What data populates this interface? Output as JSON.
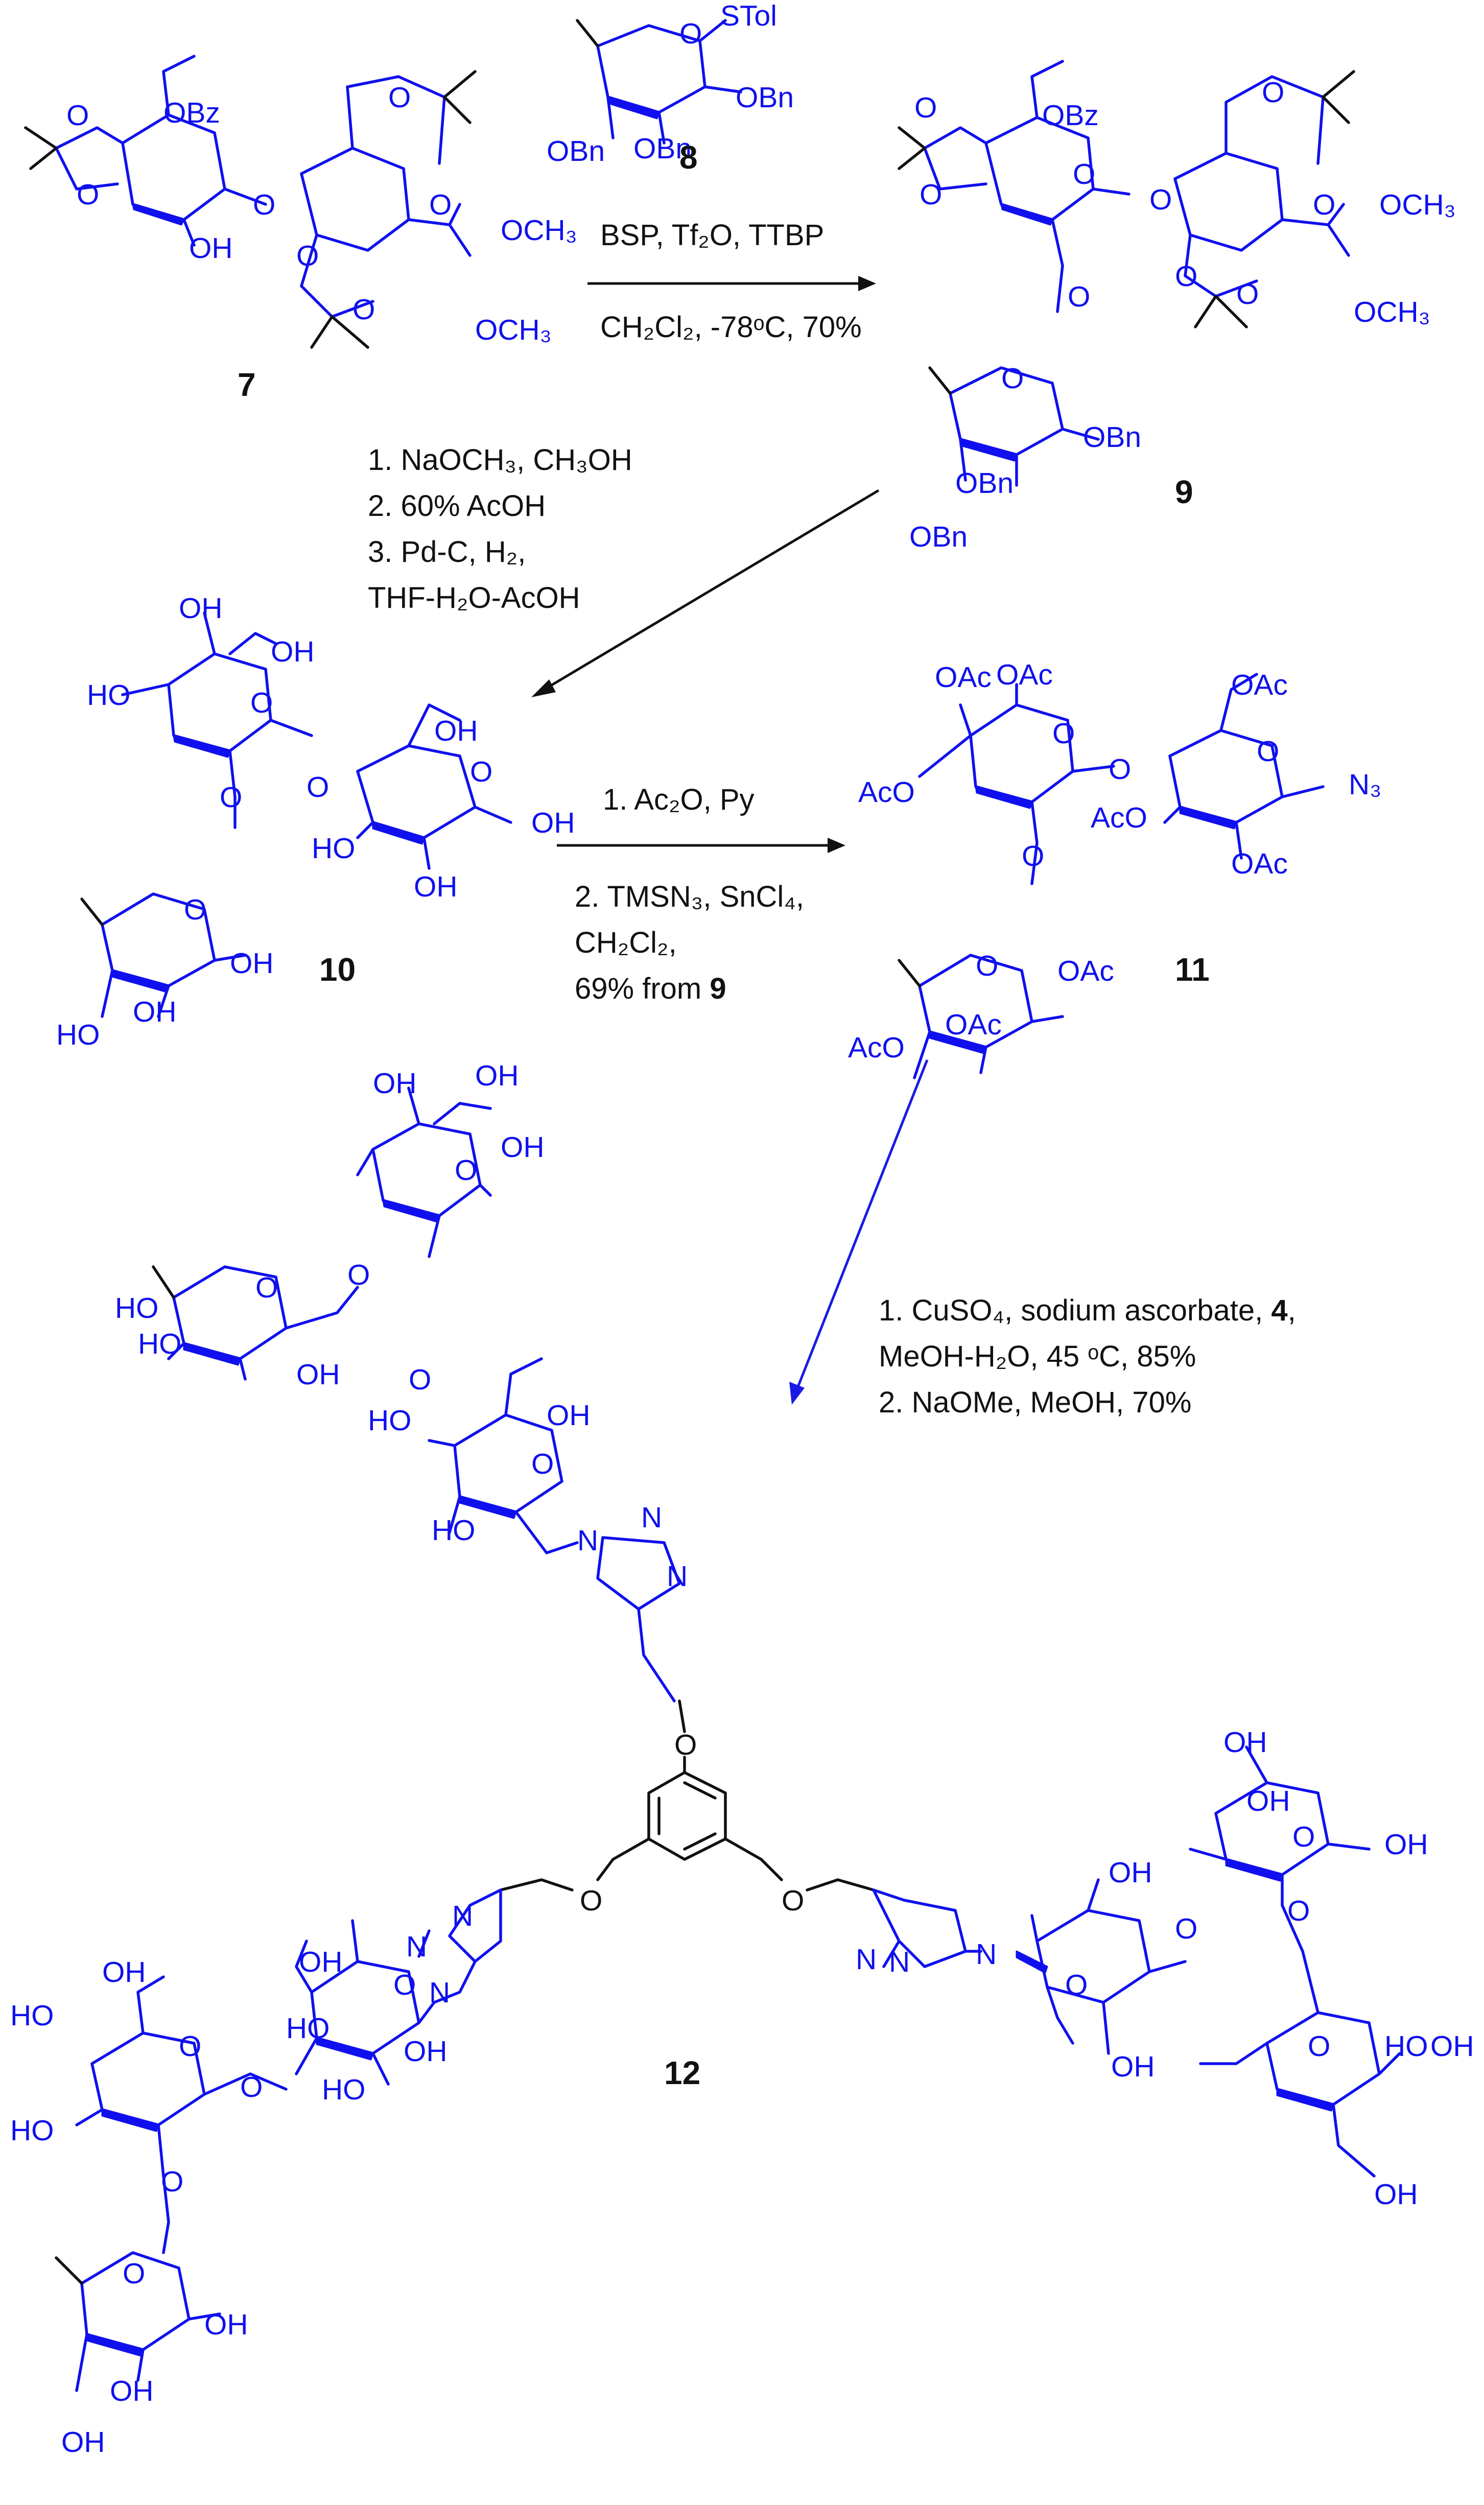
{
  "colors": {
    "structure": "#1010ee",
    "text": "#111111",
    "blue_arrow": "#1a1ae6",
    "background": "#ffffff"
  },
  "compounds": {
    "c7": "7",
    "c8": "8",
    "c9": "9",
    "c10": "10",
    "c11": "11",
    "c12": "12"
  },
  "step1": {
    "reagents": "BSP, Tf₂O, TTBP",
    "conditions": "CH₂Cl₂, -78ᵒC, 70%"
  },
  "step2": {
    "line1": "1. NaOCH₃, CH₃OH",
    "line2": "2. 60% AcOH",
    "line3": "3. Pd-C, H₂,",
    "line4": "THF-H₂O-AcOH"
  },
  "step3": {
    "line1": "1. Ac₂O, Py",
    "line2": "2. TMSN₃, SnCl₄,",
    "line3": "CH₂Cl₂,",
    "line4_prefix": "69% from ",
    "line4_ref": "9"
  },
  "step4": {
    "line1_prefix": "1. CuSO₄, sodium ascorbate, ",
    "line1_ref": "4",
    "line1_suffix": ",",
    "line2": "MeOH-H₂O, 45 ᵒC, 85%",
    "line3": "2. NaOMe, MeOH, 70%"
  },
  "labels": {
    "OBz": "OBz",
    "OCH3": "OCH₃",
    "OH": "OH",
    "HO": "HO",
    "O": "O",
    "STol": "STol",
    "OBn": "OBn",
    "OAc": "OAc",
    "AcO": "AcO",
    "N3": "N₃",
    "N": "N"
  }
}
